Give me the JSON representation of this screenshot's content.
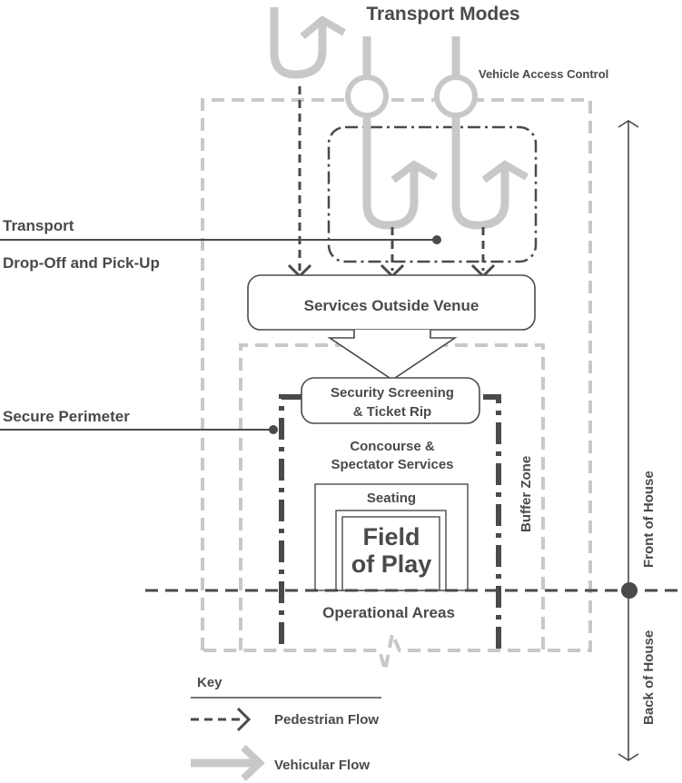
{
  "labels": {
    "transport_modes": "Transport Modes",
    "vehicle_access_control": "Vehicle Access Control",
    "transport_line1": "Transport",
    "transport_line2": "Drop-Off and Pick-Up",
    "services_outside_venue": "Services Outside Venue",
    "security_screening_line1": "Security Screening",
    "security_screening_line2": "& Ticket Rip",
    "secure_perimeter": "Secure Perimeter",
    "concourse_line1": "Concourse &",
    "concourse_line2": "Spectator Services",
    "buffer_zone": "Buffer Zone",
    "seating": "Seating",
    "field_line1": "Field",
    "field_line2": "of Play",
    "operational_areas": "Operational Areas",
    "front_of_house": "Front of House",
    "back_of_house": "Back of House"
  },
  "key": {
    "title": "Key",
    "pedestrian_flow": "Pedestrian Flow",
    "vehicular_flow": "Vehicular Flow"
  },
  "colors": {
    "dark": "#4a4a4a",
    "light": "#c8c8c8",
    "mid": "#666666"
  }
}
